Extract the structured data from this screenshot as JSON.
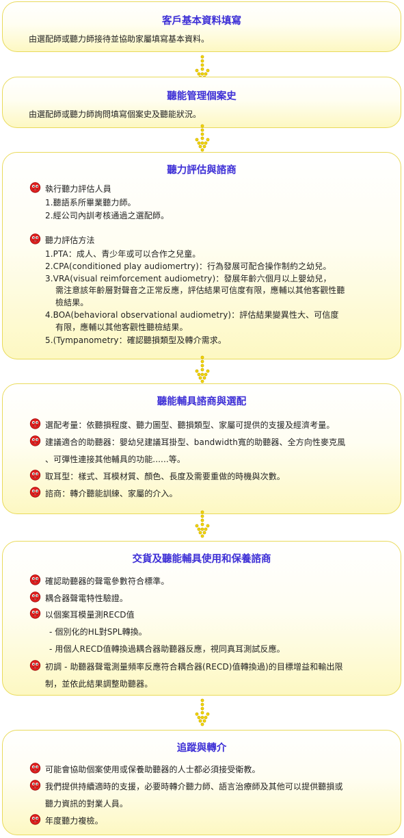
{
  "colors": {
    "title": "#3d2fd6",
    "border": "#e9da5a",
    "dot": "#f2d600",
    "bullet": "#e02020"
  },
  "icons": {
    "bullet": "red-face-icon",
    "connector": "yellow-dotted-arrow-icon"
  },
  "sections": [
    {
      "title": "客戶基本資料填寫",
      "desc": "由選配師或聽力師接待並協助家屬填寫基本資料。"
    },
    {
      "title": "聽能管理個案史",
      "desc": "由選配師或聽力師詢問填寫個案史及聽能狀況。"
    },
    {
      "title": "聽力評估與諮商",
      "lines": [
        "執行聽力評估人員",
        "1.聽語系所畢業聽力師。",
        "2.經公司內訓考核通過之選配師。",
        "聽力評估方法",
        "1.PTA：成人、青少年或可以合作之兒童。",
        "2.CPA(conditioned play audiomertry)：行為發展可配合操作制約之幼兒。",
        "3.VRA(visual reimforcement audiometry)：發展年齡六個月以上嬰幼兒，",
        "需注意該年齡層對聲音之正常反應，評估結果可信度有限，應輔以其他客觀性聽",
        "檢結果。",
        "4.BOA(behavioral observational audiometry)：評估結果變異性大、可信度",
        "有限，應輔以其他客觀性聽檢結果。",
        "5.(Tympanometry：確認聽損類型及轉介需求。"
      ]
    },
    {
      "title": "聽能輔具諮商與選配",
      "lines": [
        "選配考量：依聽損程度、聽力圖型、聽損類型、家屬可提供的支援及經濟考量。",
        "建議適合的助聽器：嬰幼兒建議耳掛型、bandwidth寬的助聽器、全方向性麥克風",
        "、可彈性連接其他輔具的功能......等。",
        "取耳型：樣式、耳模材質、顏色、長度及需要重做的時機與次數。",
        "諮商：轉介聽能訓練、家屬的介入。"
      ]
    },
    {
      "title": "交貨及聽能輔具使用和保養諮商",
      "lines": [
        "確認助聽器的聲電參數符合標準。",
        "耦合器聲電特性驗證。",
        "以個案耳模量測RECD值",
        "- 個別化的HL對SPL轉換。",
        "- 用個人RECD值轉換過耦合器助聽器反應，視同真耳測試反應。",
        "初調 - 助聽器聲電測量頻率反應符合耦合器(RECD)值轉換過)的目標增益和輸出限",
        "制，並依此結果調整助聽器。"
      ]
    },
    {
      "title": "追蹤與轉介",
      "lines": [
        "可能會協助個案使用或保養助聽器的人士都必須接受衛教。",
        "我們提供持續適時的支援，必要時轉介聽力師、語言治療師及其他可以提供聽損或",
        "聽力資訊的對業人員。",
        "年度聽力複檢。"
      ]
    }
  ]
}
